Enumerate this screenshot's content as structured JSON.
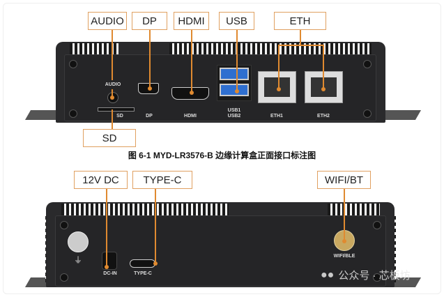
{
  "top_figure": {
    "callouts": {
      "audio": "AUDIO",
      "dp": "DP",
      "hdmi": "HDMI",
      "usb": "USB",
      "eth": "ETH",
      "sd": "SD"
    },
    "panel_text": {
      "audio": "AUDIO",
      "sd": "SD",
      "dp": "DP",
      "hdmi": "HDMI",
      "usb": "USB1\nUSB2",
      "usb1": "USB1",
      "usb2": "USB2",
      "eth1": "ETH1",
      "eth2": "ETH2"
    }
  },
  "caption": "图 6-1 MYD-LR3576-B 边缘计算盒正面接口标注图",
  "bottom_figure": {
    "callouts": {
      "dc": "12V DC",
      "typec": "TYPE-C",
      "wifi": "WIFI/BT"
    },
    "panel_text": {
      "dcin": "DC-IN",
      "typec": "TYPE-C",
      "wifi": "WIFI/BLE",
      "ground": "⏚"
    }
  },
  "watermark": "公众号 · 芯板坊"
}
